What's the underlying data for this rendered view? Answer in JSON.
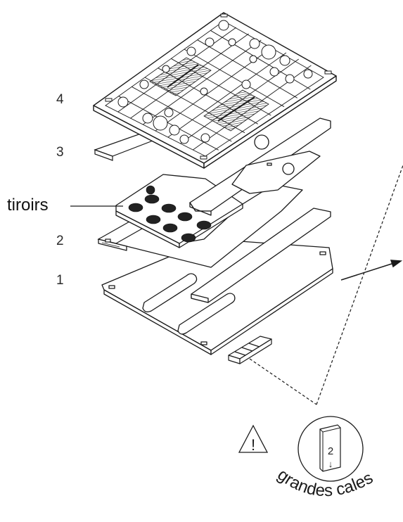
{
  "layers": [
    {
      "id": "layer-1",
      "label": "1"
    },
    {
      "id": "layer-2",
      "label": "2"
    },
    {
      "id": "layer-3",
      "label": "3"
    },
    {
      "id": "layer-4",
      "label": "4"
    }
  ],
  "drawers_label": "tiroirs",
  "wedge_label": "grandes cales",
  "box_label": "2",
  "box_arrow": "↓",
  "warning_symbol": "!",
  "icons": [
    "warning-triangle-icon",
    "arrow-icon",
    "drawer-icon"
  ],
  "colors": {
    "line": "#1a1a1a",
    "fill": "#ffffff",
    "pattern": "#333333"
  }
}
